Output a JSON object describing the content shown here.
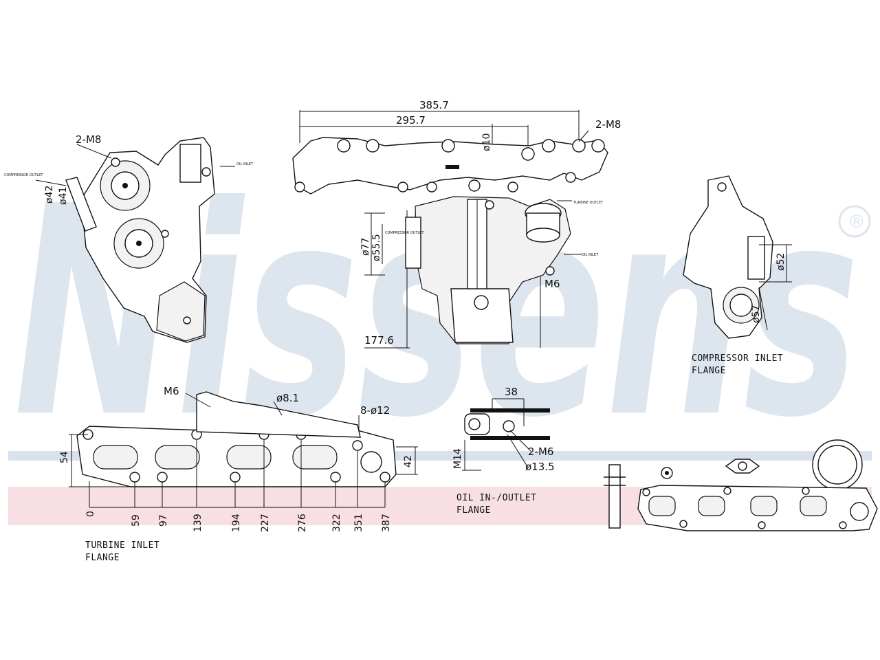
{
  "watermark": {
    "brand": "Nissens",
    "registered_mark": "®",
    "band_blue": "#d9e2ec",
    "band_pink": "#f7dfe3",
    "text_color": "#dde5ee"
  },
  "top_view": {
    "overall_width": "385.7",
    "bolt_span": "295.7",
    "stud_callout": "2-M8",
    "bore": "ø10",
    "height_dim": "ø77",
    "outlet_dim": "ø55.5",
    "depth_dim": "177.6",
    "thread_callout": "M6",
    "tag_compressor_out": "COMPRESSOR OUTLET",
    "tag_turbine_out": "TURBINE OUTLET",
    "tag_oil": "OIL INLET"
  },
  "side_view": {
    "stud_callout": "2-M8",
    "dim_a": "ø42",
    "dim_b": "ø41",
    "tag_left": "COMPRESSOR OUTLET",
    "tag_right": "OIL INLET"
  },
  "compressor_inlet_flange": {
    "label_line1": "COMPRESSOR INLET",
    "label_line2": "FLANGE",
    "dim_a": "ø52",
    "dim_b": "ø57"
  },
  "turbine_inlet_flange": {
    "label_line1": "TURBINE INLET",
    "label_line2": "FLANGE",
    "thread_callout": "M6",
    "bore": "ø8.1",
    "holes": "8-ø12",
    "height": "54",
    "port_height": "42",
    "positions": [
      "0",
      "59",
      "97",
      "139",
      "194",
      "227",
      "276",
      "322",
      "351",
      "387"
    ]
  },
  "oil_flange": {
    "label_line1": "OIL IN-/OUTLET",
    "label_line2": "FLANGE",
    "width": "38",
    "thickness": "M14",
    "studs": "2-M6",
    "bore": "ø13.5"
  }
}
